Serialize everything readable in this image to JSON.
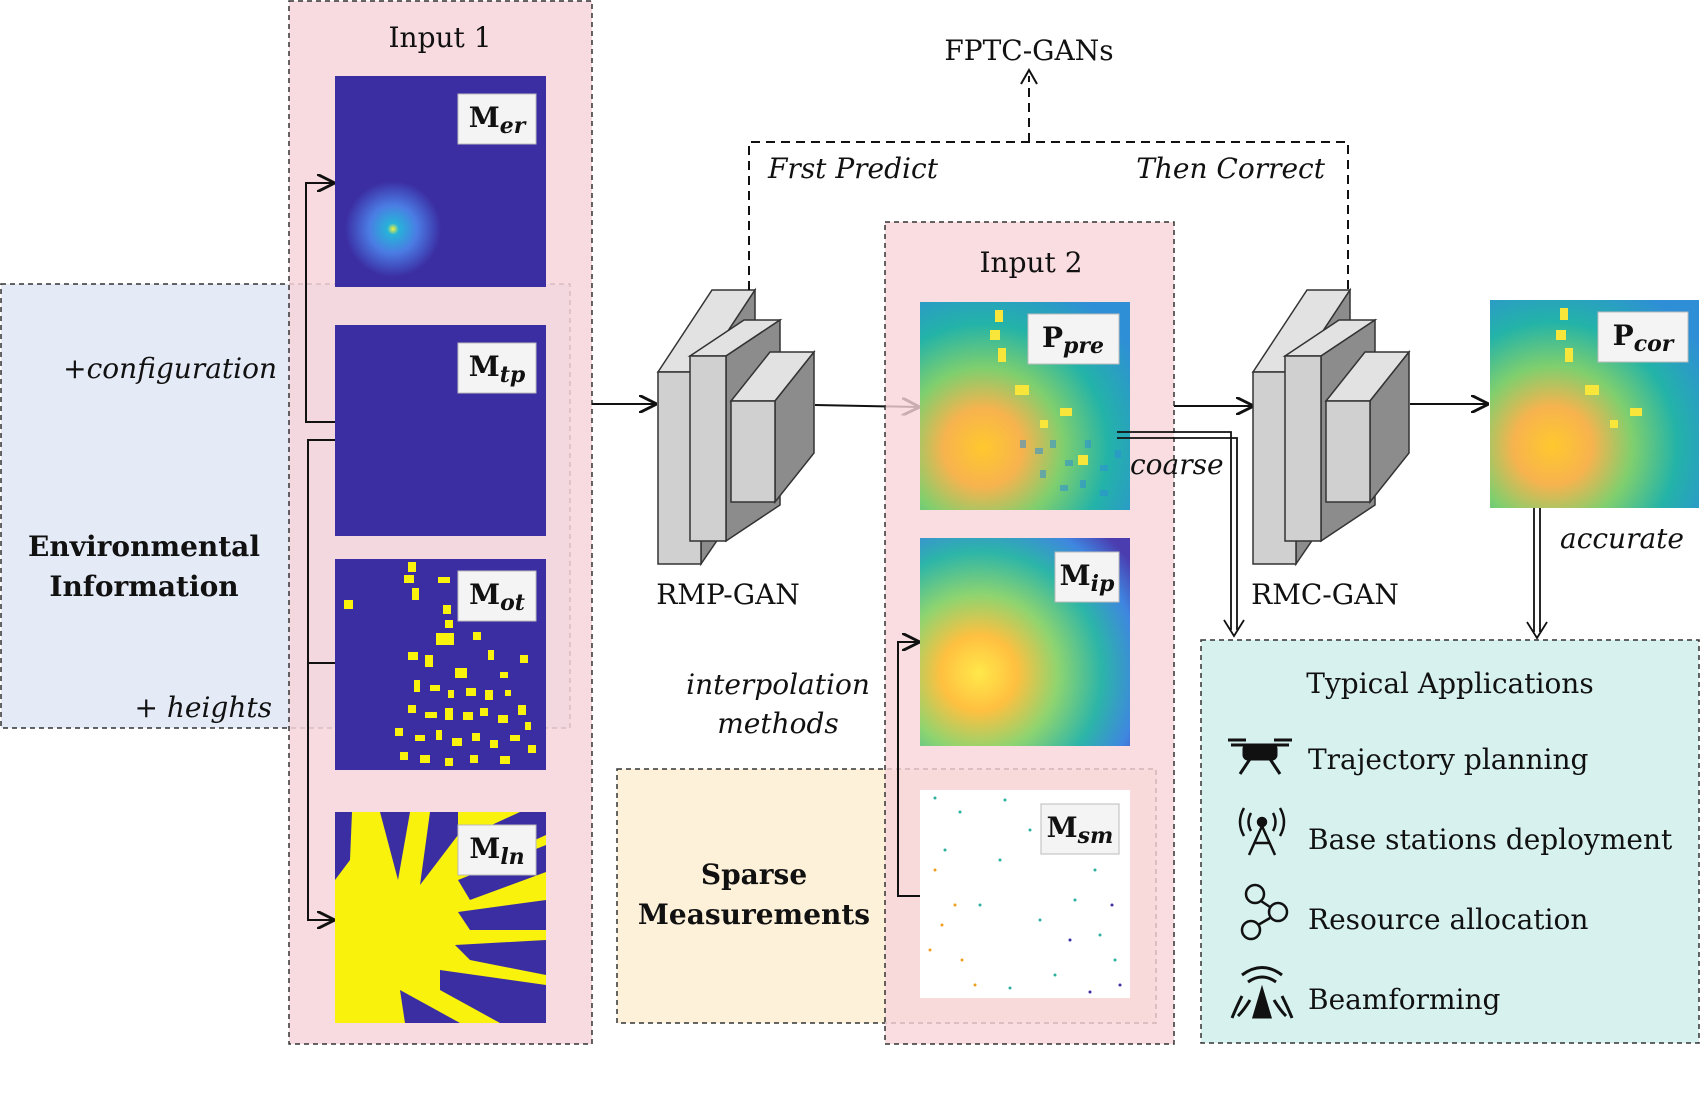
{
  "input1": {
    "title": "Input 1",
    "maps": [
      {
        "main": "M",
        "sub": "er"
      },
      {
        "main": "M",
        "sub": "tp"
      },
      {
        "main": "M",
        "sub": "ot"
      },
      {
        "main": "M",
        "sub": "ln"
      }
    ]
  },
  "env": {
    "line1": "Environmental",
    "line2": "Information",
    "config": "+configuration",
    "heights": "+ heights"
  },
  "fptc": {
    "title": "FPTC-GANs",
    "first": "Frst Predict",
    "then": "Then Correct"
  },
  "rmp": "RMP-GAN",
  "rmc": "RMC-GAN",
  "input2": {
    "title": "Input 2",
    "maps": [
      {
        "main": "P",
        "sub": "pre"
      },
      {
        "main": "M",
        "sub": "ip"
      },
      {
        "main": "M",
        "sub": "sm"
      }
    ]
  },
  "interp": {
    "line1": "interpolation",
    "line2": "methods"
  },
  "sparse": {
    "line1": "Sparse",
    "line2": "Measurements"
  },
  "coarse": "coarse",
  "output": {
    "main": "P",
    "sub": "cor"
  },
  "accurate": "accurate",
  "apps": {
    "title": "Typical Applications",
    "items": [
      {
        "label": "Trajectory planning",
        "icon": "drone-icon"
      },
      {
        "label": "Base stations deployment",
        "icon": "antenna-icon"
      },
      {
        "label": "Resource allocation",
        "icon": "network-icon"
      },
      {
        "label": "Beamforming",
        "icon": "beam-icon"
      }
    ]
  },
  "colors": {
    "input_bg": "#f9dde0",
    "env_bg": "#e4eaf6",
    "sparse_bg": "#fdf1d9",
    "apps_bg": "#d6f1ee",
    "map_blue": "#3b2ea3",
    "map_yellow": "#f8f20c"
  }
}
